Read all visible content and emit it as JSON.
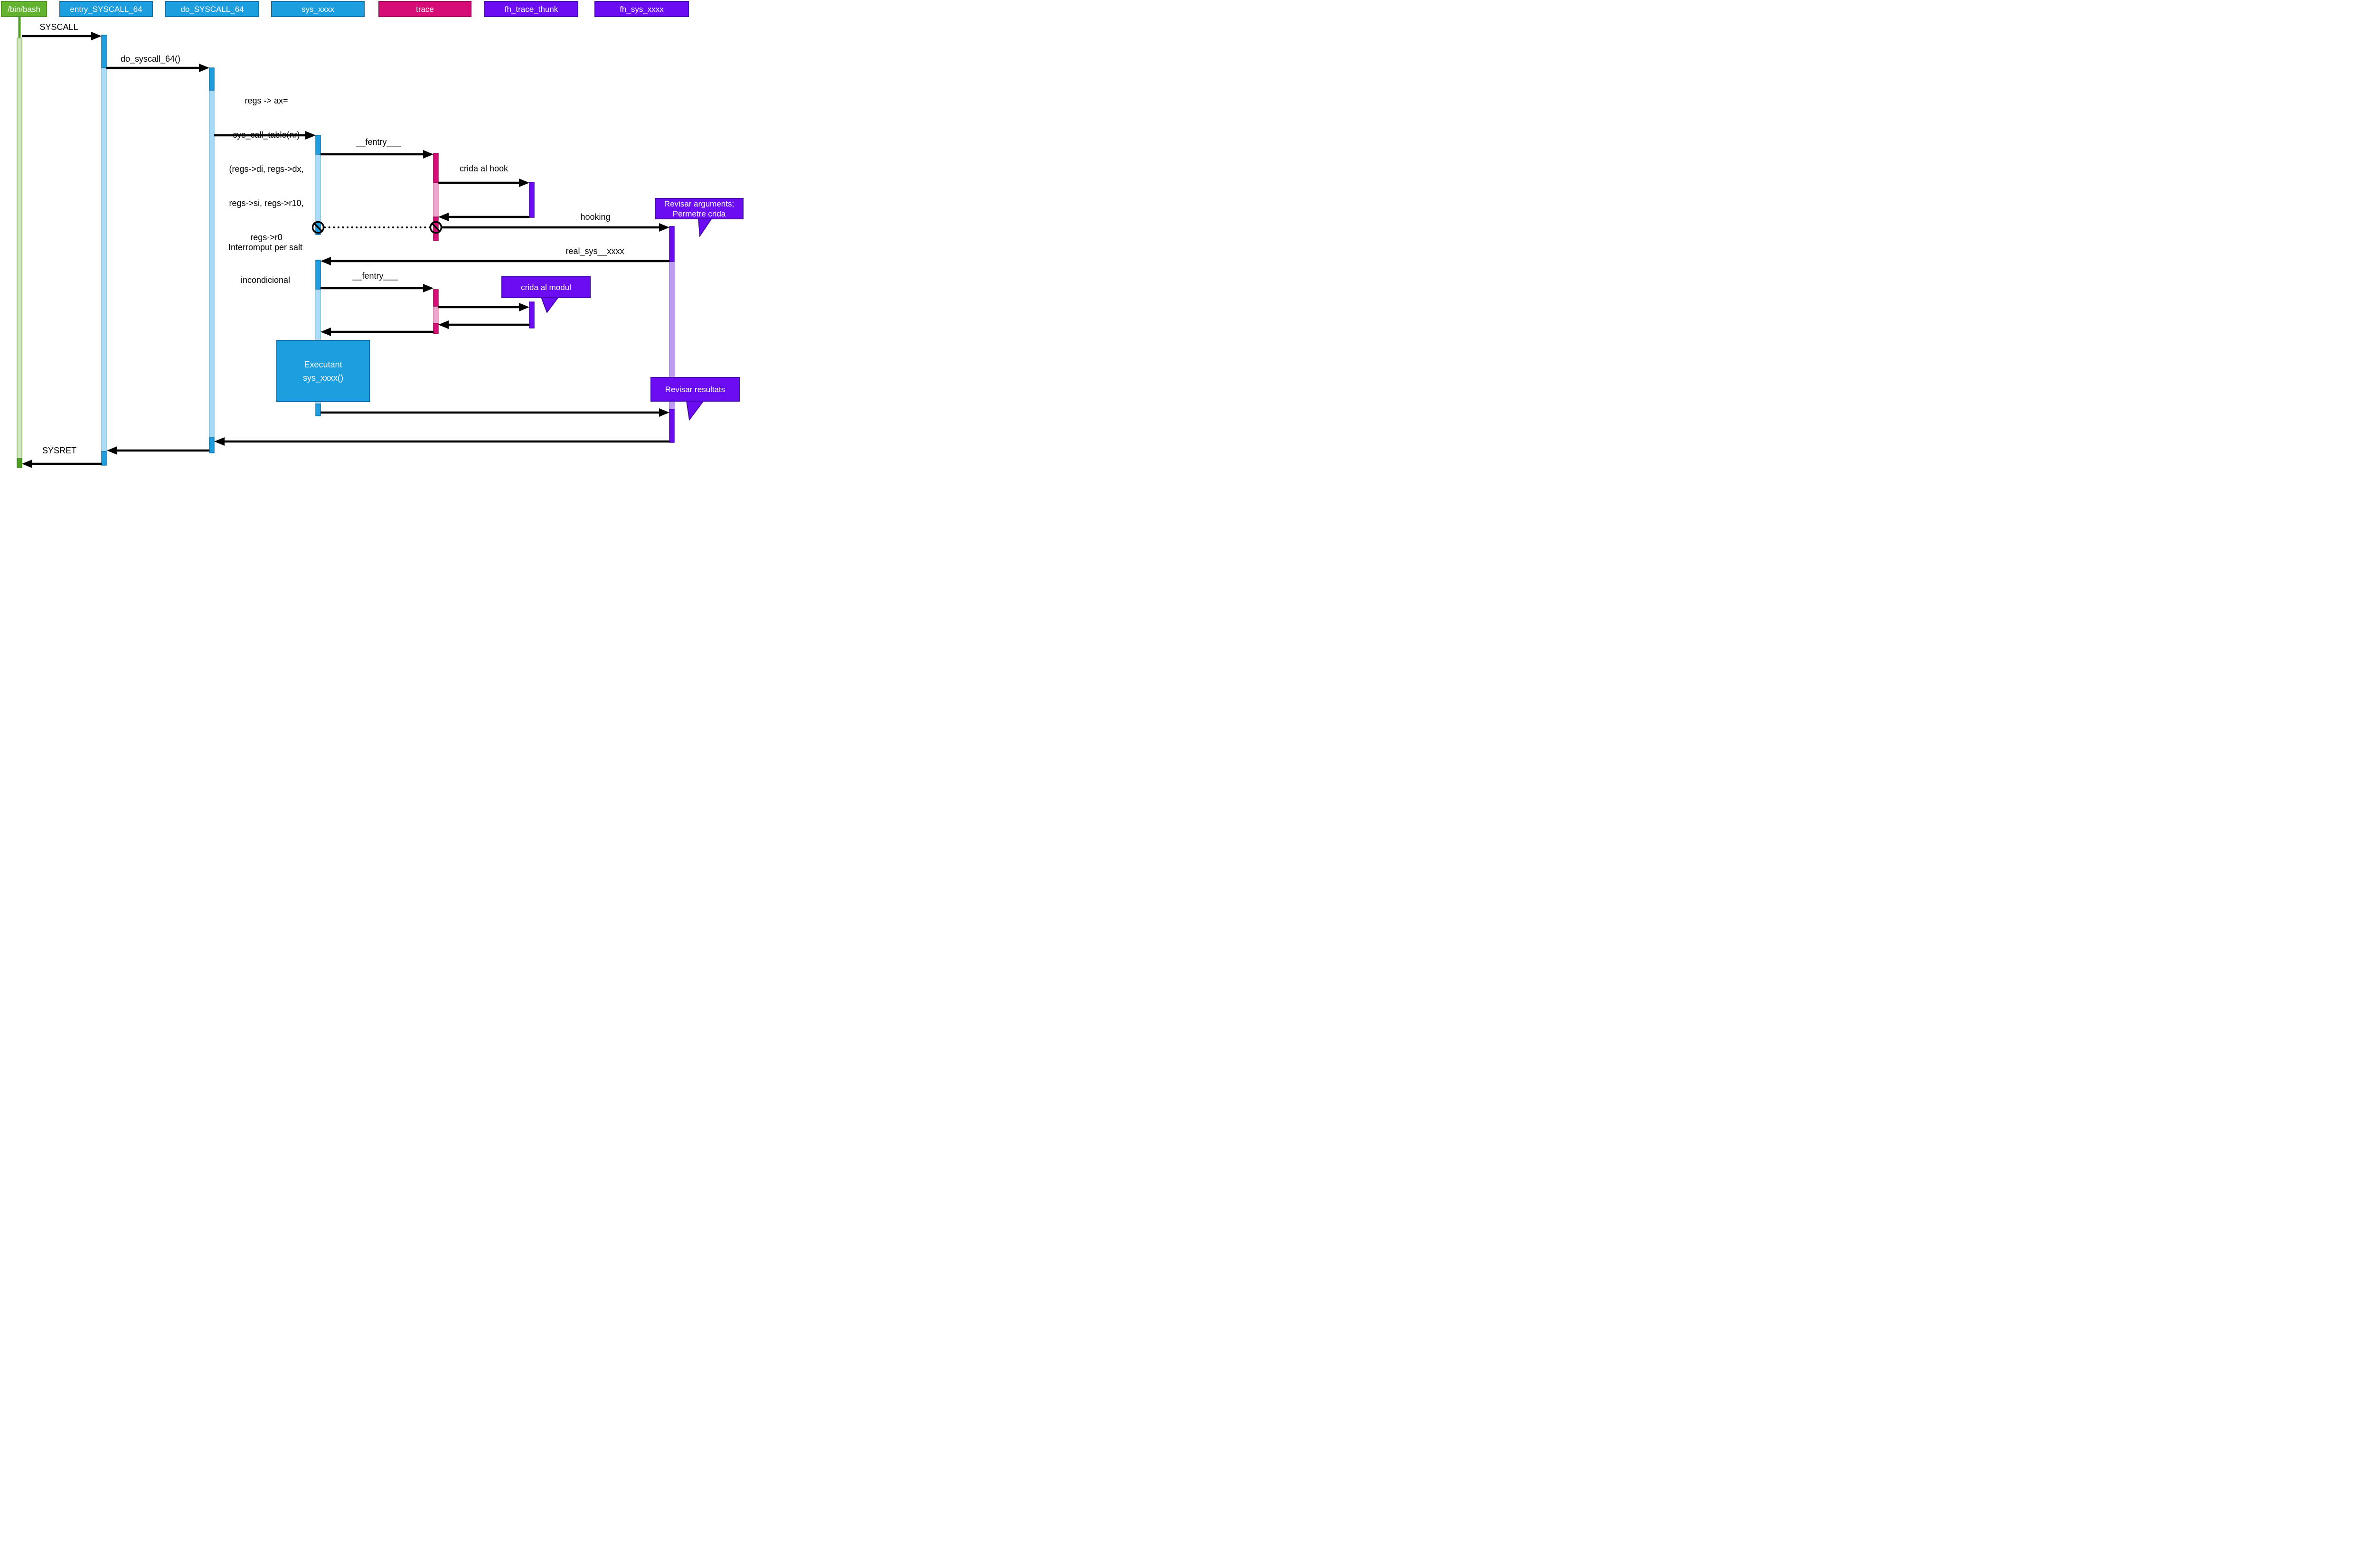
{
  "participants": [
    {
      "id": "bash",
      "label": "/bin/bash",
      "color": "#63b331"
    },
    {
      "id": "entry_syscall_64",
      "label": "entry_SYSCALL_64",
      "color": "#1d9ede"
    },
    {
      "id": "do_syscall_64",
      "label": "do_SYSCALL_64",
      "color": "#1d9ede"
    },
    {
      "id": "sys_xxxx",
      "label": "sys_xxxx",
      "color": "#1d9ede"
    },
    {
      "id": "trace",
      "label": "trace",
      "color": "#d60d76"
    },
    {
      "id": "fh_trace_thunk",
      "label": "fh_trace_thunk",
      "color": "#6c0cf2"
    },
    {
      "id": "fh_sys_xxxx",
      "label": "fh_sys_xxxx",
      "color": "#6c0cf2"
    }
  ],
  "messages": {
    "syscall": "SYSCALL",
    "do_syscall": "do_syscall_64()",
    "regs_lines": [
      "regs -> ax=",
      "sys_call_table(nr)",
      "(regs->di, regs->dx,",
      "regs->si, regs->r10,",
      "regs->r0"
    ],
    "fentry_1": "__fentry___",
    "crida_al_hook": "crida al hook",
    "hooking": "hooking",
    "real_sys": "real_sys__xxxx",
    "fentry_2": "__fentry___",
    "sysret": "SYSRET"
  },
  "annotations": {
    "interrupt_lines": [
      "Interromput per salt",
      "incondicional"
    ],
    "executant_lines": [
      "Executant",
      "sys_xxxx()"
    ]
  },
  "callouts": {
    "revisar_arguments_lines": [
      "Revisar arguments;",
      "Permetre crida"
    ],
    "crida_al_modul": "crida al modul",
    "revisar_resultats": "Revisar resultats"
  },
  "colors": {
    "green": "#63b331",
    "green_dark": "#4f9e22",
    "green_light": "#d2e7bf",
    "blue": "#1d9ede",
    "blue_dark": "#1172a8",
    "blue_light": "#abdcf5",
    "magenta": "#d60d76",
    "magenta_dark": "#9e0a57",
    "pink": "#efa8cd",
    "purple": "#6c0cf2",
    "purple_dark": "#4508ae",
    "lavender": "#bf9df1",
    "arrow": "#000000"
  }
}
